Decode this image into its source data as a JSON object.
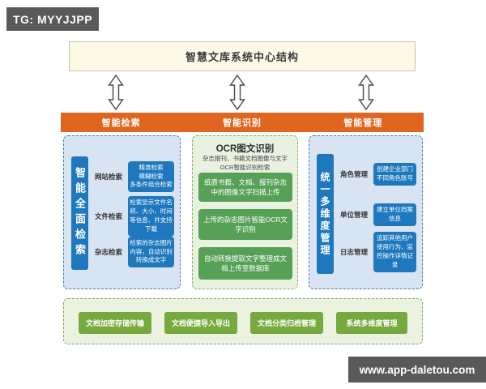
{
  "badges": {
    "top_left": "TG: MYYJJPP",
    "bottom_right": "www.app-daletou.com"
  },
  "title": "智慧文库系统中心结构",
  "header_bar": {
    "items": [
      {
        "label": "智能检索"
      },
      {
        "label": "智能识别"
      },
      {
        "label": "智能管理"
      }
    ]
  },
  "columns": {
    "search": {
      "pillar": "智能全面检索",
      "rows": [
        {
          "label": "网站检索",
          "box": "精准检索\n模糊检索\n多条件组合检索"
        },
        {
          "label": "文件检索",
          "box": "检索显示文件名称、大小、时间等信息、并支持下载"
        },
        {
          "label": "杂志检索",
          "box": "检索的杂志图片内容，自动识别转换成文字"
        }
      ]
    },
    "ocr": {
      "title": "OCR图文识别",
      "subtitle": "杂志报刊、书籍文档图像与文字OCR智能识别检索",
      "boxes": [
        {
          "text": "纸质书籍、文档、报刊杂志中的图像文字扫描上传"
        },
        {
          "text": "上传的杂志图片智能OCR文字识别"
        },
        {
          "text": "自动转换提取文字整理成文档上传至数据库"
        }
      ]
    },
    "manage": {
      "pillar": "统一多维度管理",
      "rows": [
        {
          "label": "角色管理",
          "box": "创建企业部门不同角色账号"
        },
        {
          "label": "单位管理",
          "box": "建立单位档案信息"
        },
        {
          "label": "日志管理",
          "box": "追踪其他用户使用行为、监控操作详情记录"
        }
      ]
    }
  },
  "footer": {
    "items": [
      {
        "label": "文档加密存储传输"
      },
      {
        "label": "文档便捷导入导出"
      },
      {
        "label": "文档分类归档管理"
      },
      {
        "label": "系统多维度管理"
      }
    ]
  },
  "colors": {
    "accent_orange": "#e0651e",
    "primary_blue": "#1e78be",
    "box_green": "#57a157",
    "footer_green": "#76a93e",
    "badge_gray": "#58595b",
    "title_cream": "#fcf9e7"
  }
}
